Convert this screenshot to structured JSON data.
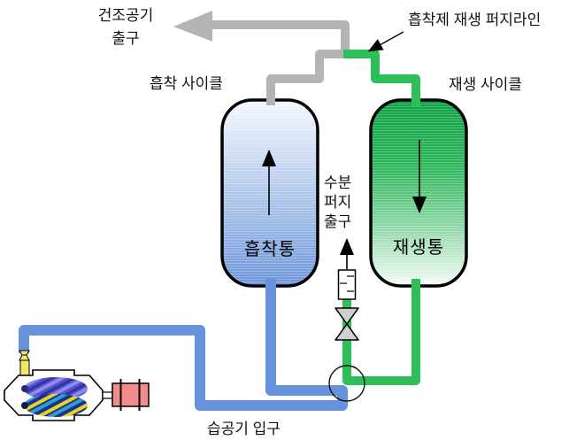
{
  "title": "desiccant-air-dryer-diagram",
  "labels": {
    "dry_air_outlet_line1": "건조공기",
    "dry_air_outlet_line2": "출구",
    "adsorbent_regen_purge_line": "흡착제 재생 퍼지라인",
    "adsorption_cycle": "흡착 사이클",
    "regeneration_cycle": "재생 사이클",
    "moisture_purge_line1": "수분",
    "moisture_purge_line2": "퍼지",
    "moisture_purge_line3": "출구",
    "adsorption_tank": "흡착통",
    "regeneration_tank": "재생통",
    "wet_air_inlet": "습공기 입구"
  },
  "flow_direction": {
    "adsorption_tank_arrow": "up",
    "regeneration_tank_arrow": "down",
    "dry_air_outlet_arrow": "left",
    "moisture_purge_arrow": "up"
  },
  "colors": {
    "pipe_gray": "#b4b4b4",
    "pipe_green": "#2dbf58",
    "pipe_blue": "#6592da",
    "tank_blue_top": "#f4f8ff",
    "tank_blue_mid": "#aac3ea",
    "tank_blue_bottom": "#6e96d9",
    "tank_green_top": "#0ca244",
    "tank_green_mid": "#2db55a",
    "tank_green_bottom": "#f4fcf6",
    "motor_red": "#f28c8c",
    "valve_gray": "#cfcfcf",
    "fitting_yellow": "#f2e96b",
    "outline_black": "#000000"
  }
}
